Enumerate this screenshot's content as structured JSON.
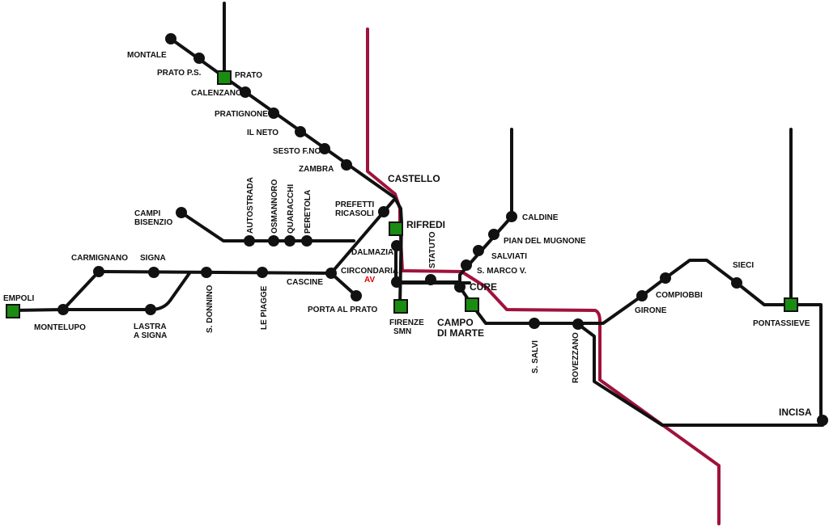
{
  "colors": {
    "rail": "#111111",
    "high_speed": "#a0123c",
    "hub": "#1a8c12",
    "text": "#111111",
    "av": "#e00000"
  },
  "icons": {
    "station_stop": "black-dot",
    "interchange_station": "green-square"
  },
  "stations": {
    "montale": "MONTALE",
    "prato_ps": "PRATO P.S.",
    "prato": "PRATO",
    "calenzano": "CALENZANO",
    "pratignone": "PRATIGNONE",
    "il_neto": "IL NETO",
    "sesto_fno": "SESTO F.NO",
    "zambra": "ZAMBRA",
    "castello": "CASTELLO",
    "prefetti": "PREFETTI",
    "ricasoli": "RICASOLI",
    "rifredi": "RIFREDI",
    "campi": "CAMPI",
    "bisenzio": "BISENZIO",
    "autostrada": "AUTOSTRADA",
    "osmannoro": "OSMANNORO",
    "quaracchi": "QUARACCHI",
    "peretola": "PERETOLA",
    "dalmazia": "DALMAZIA",
    "circondaria": "CIRCONDARIA",
    "av": "AV",
    "cascine": "CASCINE",
    "porta_al_prato": "PORTA AL PRATO",
    "statuto": "STATUTO",
    "firenze": "FIRENZE",
    "smn": "SMN",
    "carmignano": "CARMIGNANO",
    "signa": "SIGNA",
    "empoli": "EMPOLI",
    "montelupo": "MONTELUPO",
    "lastra": "LASTRA",
    "a_signa": "A SIGNA",
    "s_donnino": "S. DONNINO",
    "le_piagge": "LE PIAGGE",
    "caldine": "CALDINE",
    "pian_del_mugnone": "PIAN DEL MUGNONE",
    "salviati": "SALVIATI",
    "s_marco_v": "S. MARCO V.",
    "cure": "CURE",
    "campo": "CAMPO",
    "di_marte": "DI MARTE",
    "s_salvi": "S. SALVI",
    "rovezzano": "ROVEZZANO",
    "girone": "GIRONE",
    "compiobbi": "COMPIOBBI",
    "sieci": "SIECI",
    "pontassieve": "PONTASSIEVE",
    "incisa": "INCISA"
  }
}
